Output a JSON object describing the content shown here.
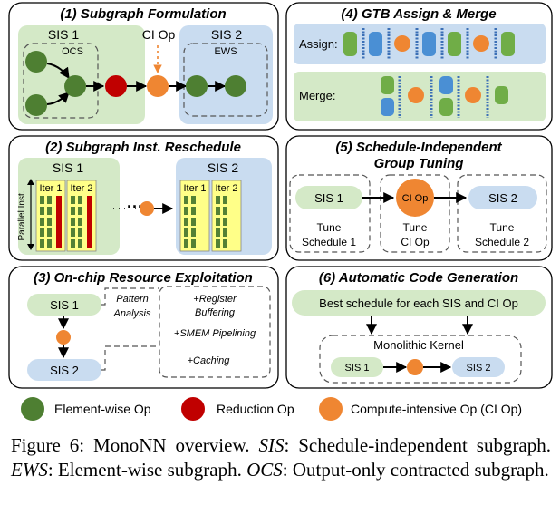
{
  "colors": {
    "green_box": "#d4e9c7",
    "blue_box": "#c9dcf0",
    "element_wise_op": "#4e7f32",
    "reduction_op": "#c00000",
    "compute_intensive_op": "#ef8632",
    "iter_yellow": "#ffff88",
    "iter_green": "#538135",
    "iter_red": "#c00000"
  },
  "panels": {
    "p1": {
      "title": "(1) Subgraph Formulation",
      "sis1": "SIS 1",
      "ocs": "OCS",
      "ci_op": "CI Op",
      "sis2": "SIS 2",
      "ews": "EWS"
    },
    "p2": {
      "title": "(2) Subgraph Inst. Reschedule",
      "sis1": "SIS 1",
      "sis2": "SIS 2",
      "iter1": "Iter 1",
      "iter2": "Iter 2",
      "parallel": "Parallel Inst.",
      "dots": "···"
    },
    "p3": {
      "title": "(3) On-chip Resource Exploitation",
      "sis1": "SIS 1",
      "sis2": "SIS 2",
      "pattern": "Pattern",
      "analysis": "Analysis",
      "opt1a": "+Register",
      "opt1b": "Buffering",
      "opt2": "+SMEM Pipelining",
      "opt3": "+Caching"
    },
    "p4": {
      "title": "(4) GTB Assign & Merge",
      "assign": "Assign:",
      "merge": "Merge:"
    },
    "p5": {
      "title_l1": "(5) Schedule-Independent",
      "title_l2": "Group Tuning",
      "sis1": "SIS 1",
      "ci_op": "CI Op",
      "sis2": "SIS 2",
      "tune": "Tune",
      "sched1": "Schedule 1",
      "ciop": "CI Op",
      "sched2": "Schedule 2"
    },
    "p6": {
      "title": "(6) Automatic Code Generation",
      "best": "Best schedule for each SIS and CI Op",
      "kernel": "Monolithic Kernel",
      "sis1": "SIS 1",
      "sis2": "SIS 2"
    }
  },
  "legend": {
    "element_wise": "Element-wise Op",
    "reduction": "Reduction Op",
    "compute_intensive": "Compute-intensive Op (CI Op)"
  },
  "caption": {
    "prefix": "Figure 6: MonoNN overview. ",
    "sis_term": "SIS",
    "sis_def": ": Schedule-independent subgraph. ",
    "ews_term": "EWS",
    "ews_def": ": Element-wise subgraph. ",
    "ocs_term": "OCS",
    "ocs_def": ": Output-only contracted subgraph."
  }
}
